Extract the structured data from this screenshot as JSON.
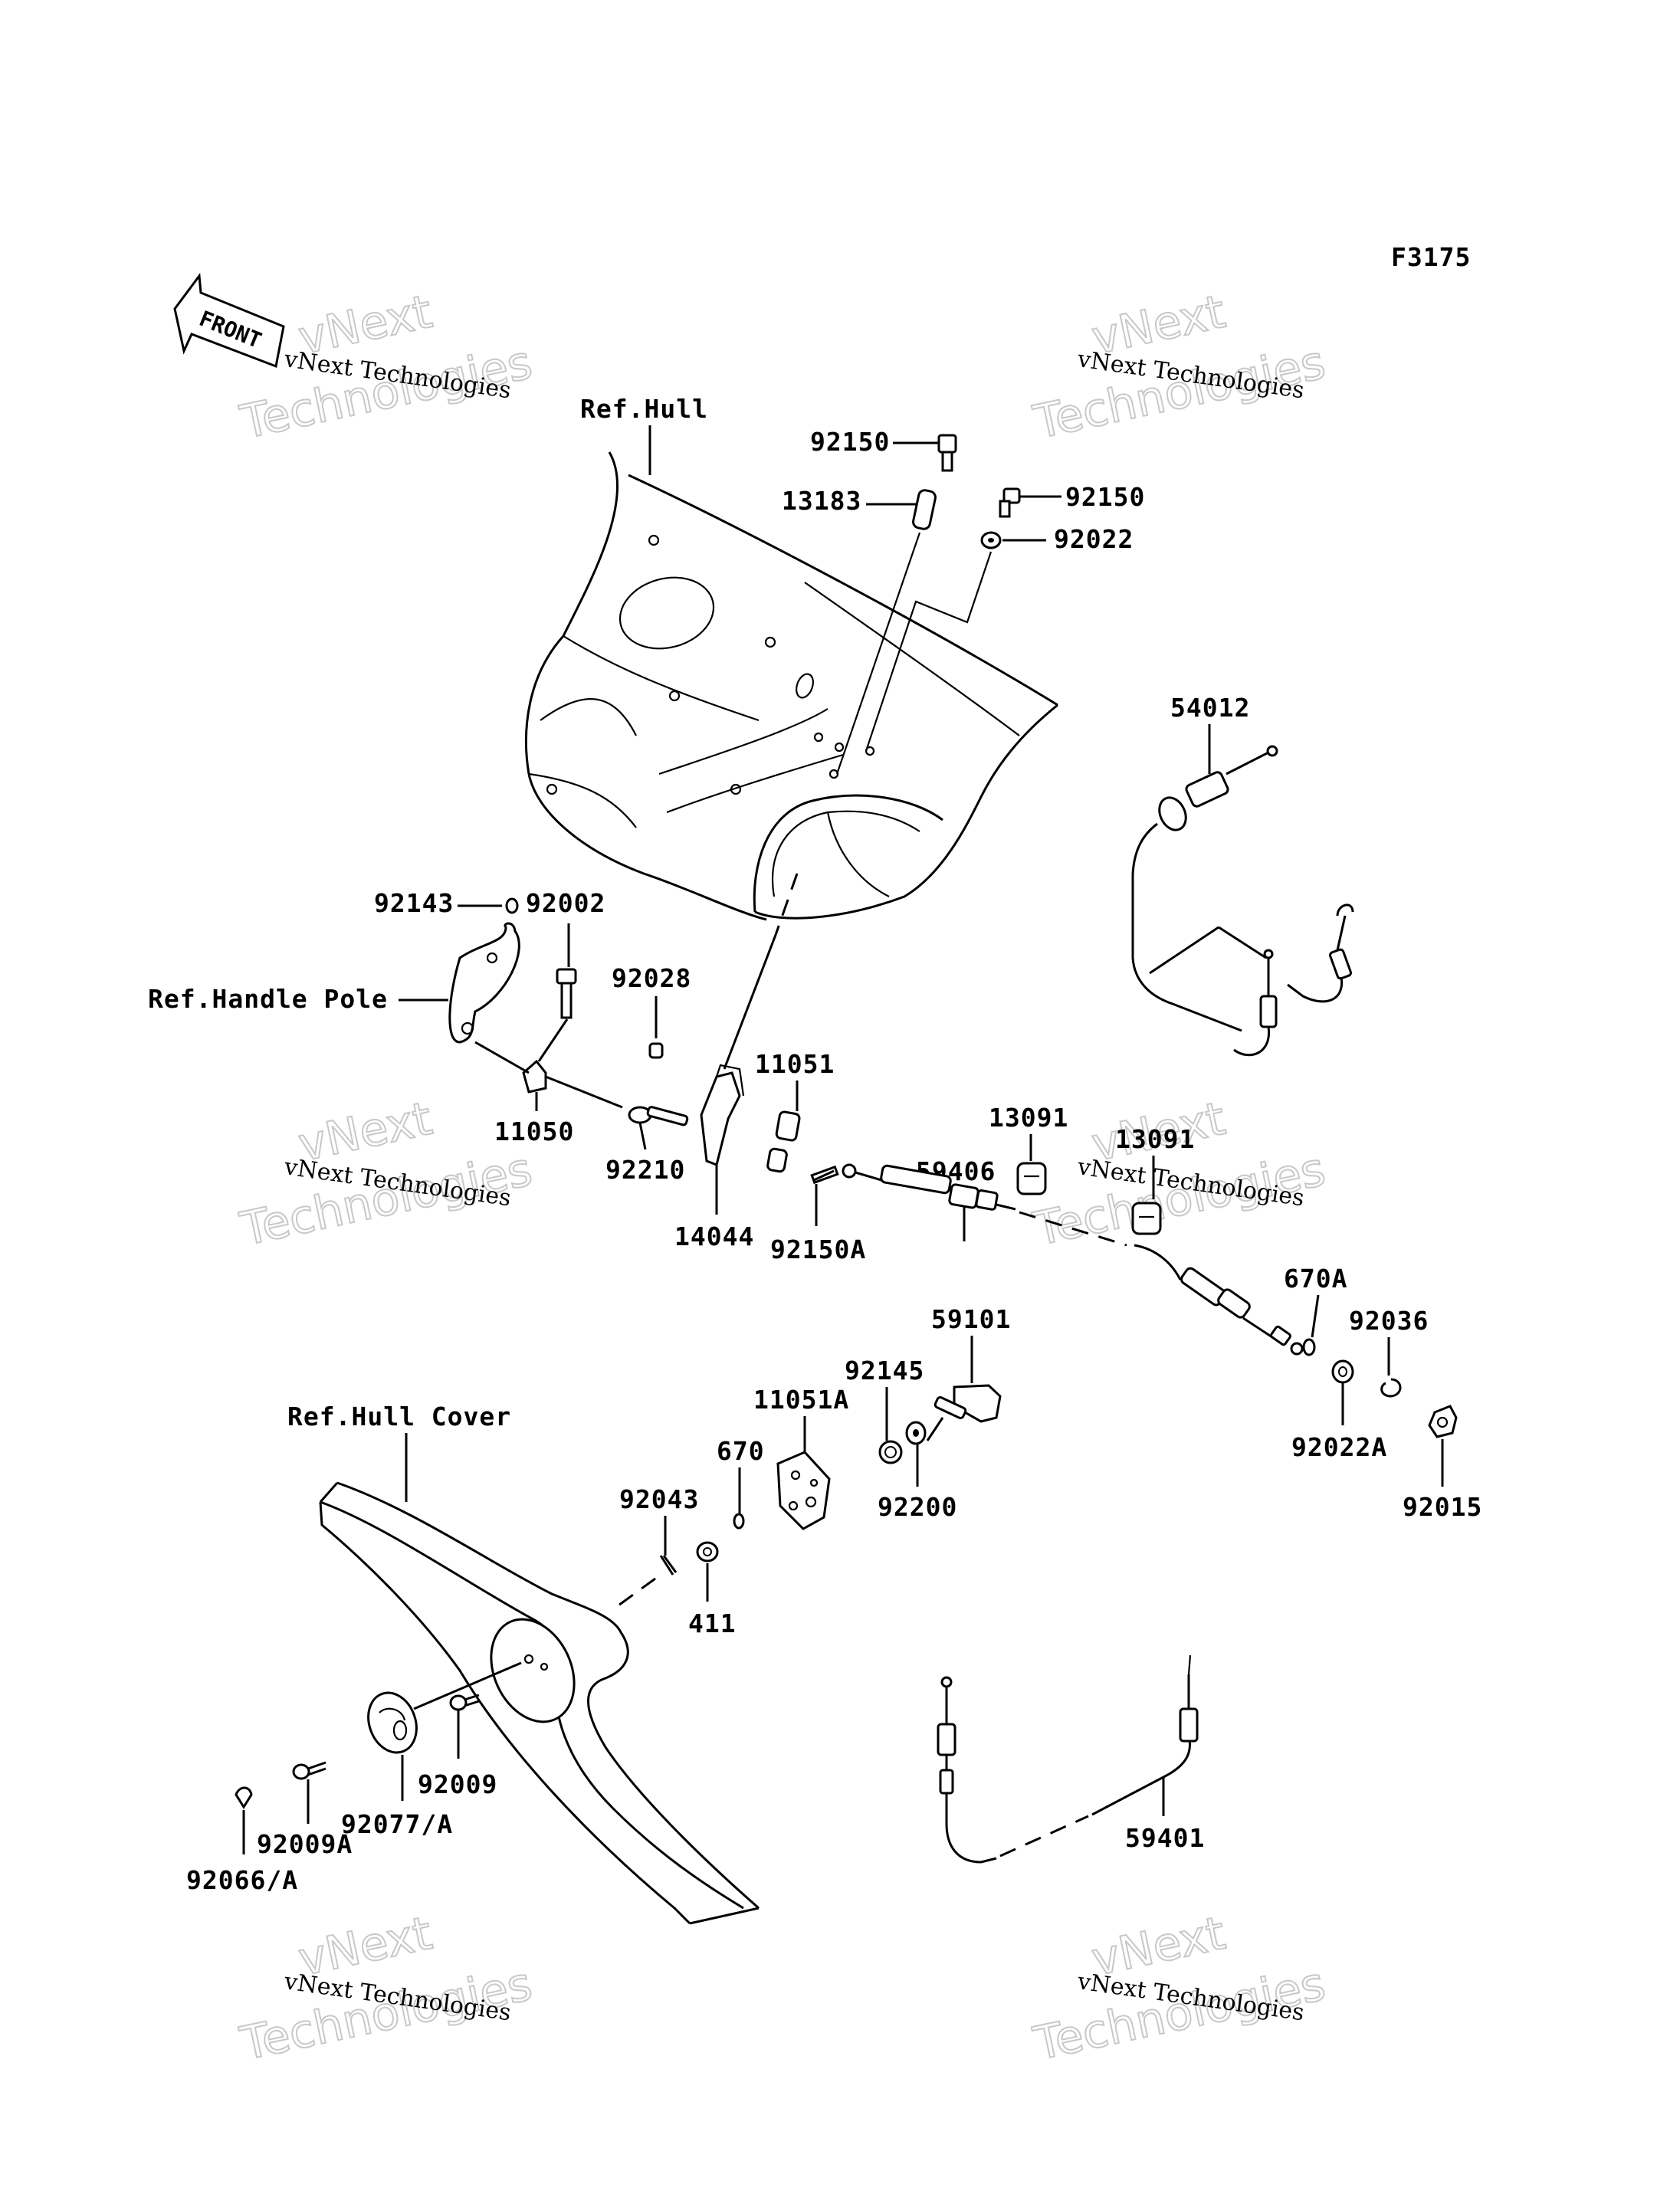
{
  "figure_code": "F3175",
  "front_label": "FRONT",
  "watermark": {
    "line1": "vNext Technologies",
    "line2": "vNext",
    "line3": "Technologies"
  },
  "refs": {
    "hull": "Ref.Hull",
    "handle_pole": "Ref.Handle Pole",
    "hull_cover": "Ref.Hull Cover"
  },
  "parts": {
    "p92150_top": "92150",
    "p13183": "13183",
    "p92150_right": "92150",
    "p92022": "92022",
    "p54012": "54012",
    "p92143": "92143",
    "p92002": "92002",
    "p92028": "92028",
    "p11051": "11051",
    "p13091_a": "13091",
    "p13091_b": "13091",
    "p59406": "59406",
    "p11050": "11050",
    "p92210": "92210",
    "p14044": "14044",
    "p92150A": "92150A",
    "p670A": "670A",
    "p92036": "92036",
    "p59101": "59101",
    "p92022A": "92022A",
    "p92145": "92145",
    "p11051A": "11051A",
    "p670": "670",
    "p92200": "92200",
    "p92015": "92015",
    "p92043": "92043",
    "p411": "411",
    "p92009": "92009",
    "p92077A": "92077/A",
    "p92009A": "92009A",
    "p92066A": "92066/A",
    "p59401": "59401"
  }
}
